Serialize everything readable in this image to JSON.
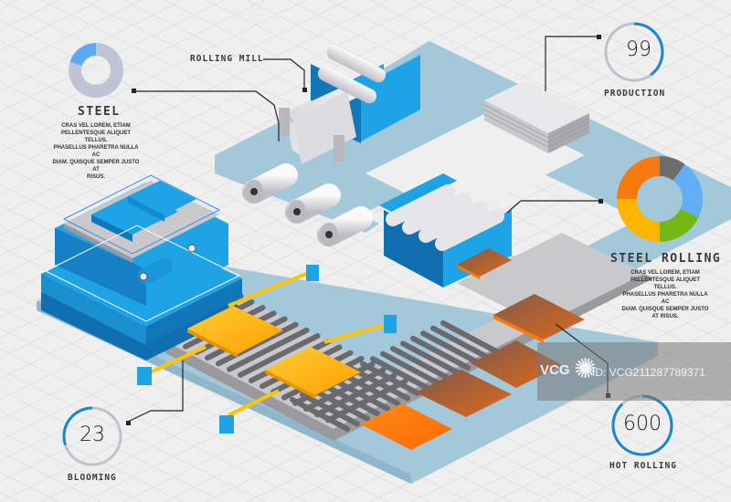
{
  "labels": {
    "rolling_mill": "Rolling Mill",
    "steel": "Steel",
    "steel_desc": [
      "Cras vel lorem, etiam",
      "pellentesque aliquet tellus.",
      "Phasellus pharetra nulla ac",
      "diam. Quisque semper justo at",
      "risus."
    ],
    "production": "Production",
    "steel_rolling": "Steel Rolling",
    "steel_rolling_desc": [
      "Cras vel lorem, etiam",
      "pellentesque aliquet tellus.",
      "Phasellus pharetra nulla ac",
      "diam. Quisque semper justo",
      "at risus."
    ],
    "blooming": "Blooming",
    "hot_rolling": "Hot Rolling"
  },
  "gauges": {
    "production": {
      "value": "99",
      "fill_fraction": 0.4
    },
    "blooming": {
      "value": "23",
      "fill_fraction": 0.3
    },
    "hot_rolling": {
      "value": "600",
      "fill_fraction": 0.88
    }
  },
  "donuts": {
    "steel": {
      "segments": [
        {
          "name": "highlight",
          "fraction": 0.2,
          "color": "#5aa9f5"
        },
        {
          "name": "rest",
          "fraction": 0.8,
          "color": "#c0c3d3"
        }
      ]
    },
    "steel_rolling": {
      "segments": [
        {
          "name": "gray",
          "fraction": 0.1,
          "color": "#6d6d6d"
        },
        {
          "name": "blue",
          "fraction": 0.22,
          "color": "#62aef5"
        },
        {
          "name": "green",
          "fraction": 0.18,
          "color": "#74b816"
        },
        {
          "name": "yellow",
          "fraction": 0.25,
          "color": "#fdb400"
        },
        {
          "name": "orange",
          "fraction": 0.25,
          "color": "#f77a10"
        }
      ]
    }
  },
  "watermark": {
    "logo": "VCG",
    "id": "ID: VCG211287789371"
  },
  "colors": {
    "floor": "#efefef",
    "platform": "#a3c8da",
    "machine_blue": "#1ea3e6",
    "machine_dark": "#1277b8",
    "roller_gray": "#707070",
    "slab_yellow": "#fdb400",
    "slab_orange": "#f77a10",
    "slab_brown": "#9c5a32",
    "gauge_blue": "#1987cc",
    "gauge_gray": "#bfc1cf"
  }
}
